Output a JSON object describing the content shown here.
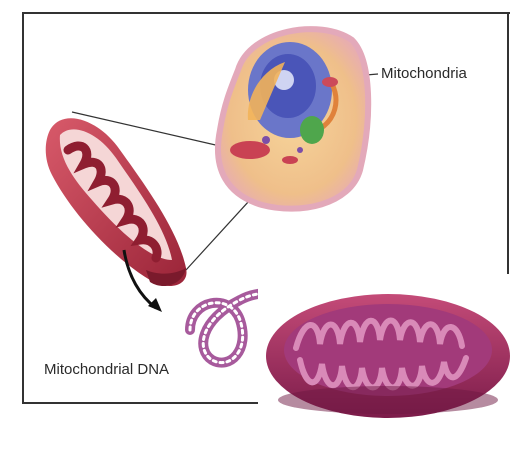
{
  "labels": {
    "mitochondria": "Mitochondria",
    "mitochondrial_dna": "Mitochondrial DNA"
  },
  "colors": {
    "frame": "#333333",
    "cell_membrane": "#e8b7c4",
    "cytoplasm": "#f1c79a",
    "nucleus": "#4a55b8",
    "mito_outer": "#c23a4e",
    "mito_inner": "#8f1e31",
    "mito_purple": "#a23a7a",
    "dna": "#a75a9c"
  },
  "icons": [
    "animal-cell-illustration",
    "mitochondrion-cutaway-illustration",
    "mitochondrion-3d-illustration",
    "dna-strand-illustration",
    "pointer-arrow"
  ]
}
